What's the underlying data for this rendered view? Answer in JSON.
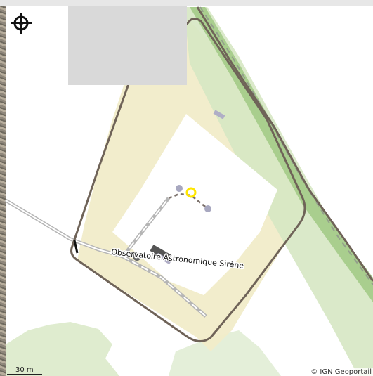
{
  "map": {
    "place_label": "Observatoire Astronomique Sirène",
    "scale_label": "30 m",
    "attribution": "© IGN Geoportail",
    "compass_icon": "compass-icon",
    "colors": {
      "background": "#ffffff",
      "landuse": "#f1ecc9",
      "forest": "#dfeccf",
      "road_green": "#8fbf6f",
      "boundary": "#6f6358",
      "path": "#9a9a9a",
      "marker": "#ffe600",
      "point": "#a8a8c0"
    }
  }
}
